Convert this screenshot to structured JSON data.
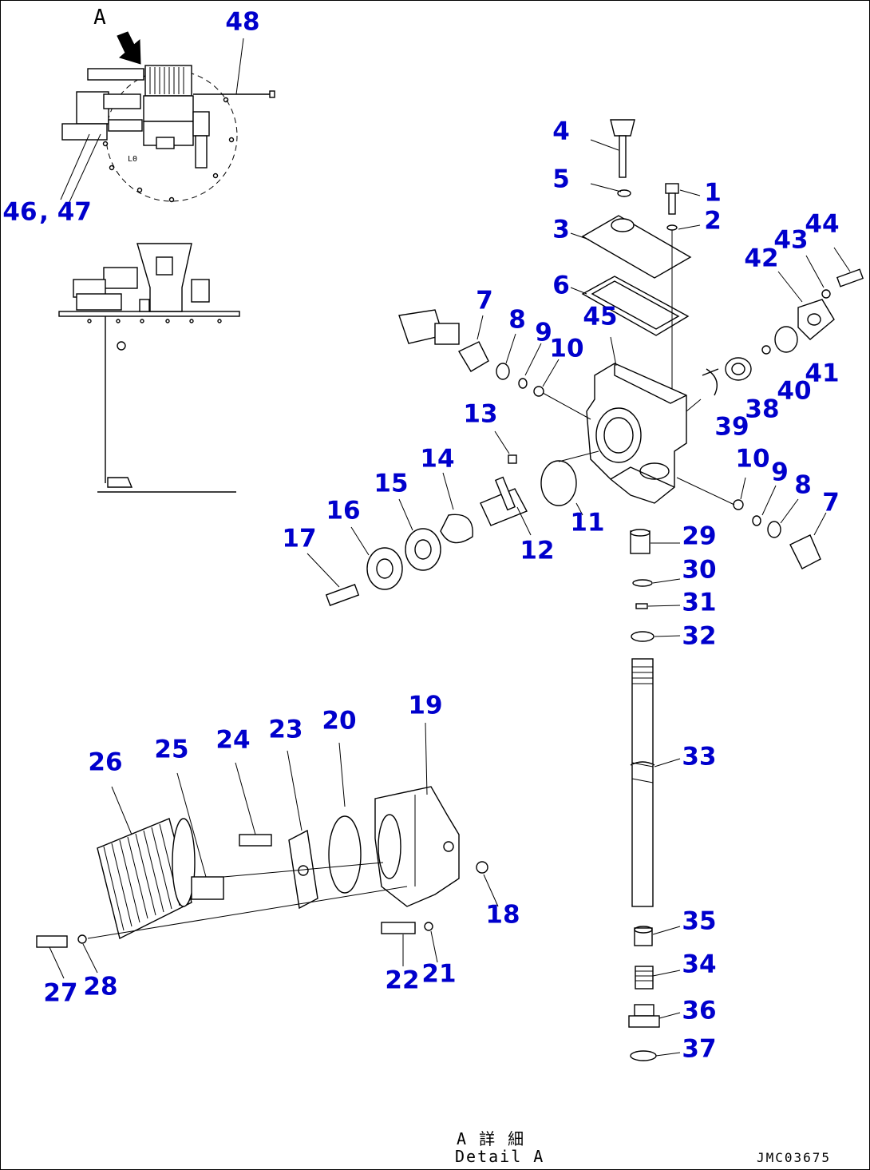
{
  "view_label": "A",
  "caption": {
    "line1": "A 詳 細",
    "line2": "Detail A"
  },
  "drawing_code": "JMC03675",
  "callouts": [
    {
      "id": "c1",
      "text": "1"
    },
    {
      "id": "c2",
      "text": "2"
    },
    {
      "id": "c3",
      "text": "3"
    },
    {
      "id": "c4",
      "text": "4"
    },
    {
      "id": "c5",
      "text": "5"
    },
    {
      "id": "c6",
      "text": "6"
    },
    {
      "id": "c7a",
      "text": "7"
    },
    {
      "id": "c7b",
      "text": "7"
    },
    {
      "id": "c8a",
      "text": "8"
    },
    {
      "id": "c8b",
      "text": "8"
    },
    {
      "id": "c9a",
      "text": "9"
    },
    {
      "id": "c9b",
      "text": "9"
    },
    {
      "id": "c10a",
      "text": "10"
    },
    {
      "id": "c10b",
      "text": "10"
    },
    {
      "id": "c11",
      "text": "11"
    },
    {
      "id": "c12",
      "text": "12"
    },
    {
      "id": "c13",
      "text": "13"
    },
    {
      "id": "c14",
      "text": "14"
    },
    {
      "id": "c15",
      "text": "15"
    },
    {
      "id": "c16",
      "text": "16"
    },
    {
      "id": "c17",
      "text": "17"
    },
    {
      "id": "c18",
      "text": "18"
    },
    {
      "id": "c19",
      "text": "19"
    },
    {
      "id": "c20",
      "text": "20"
    },
    {
      "id": "c21",
      "text": "21"
    },
    {
      "id": "c22",
      "text": "22"
    },
    {
      "id": "c23",
      "text": "23"
    },
    {
      "id": "c24",
      "text": "24"
    },
    {
      "id": "c25",
      "text": "25"
    },
    {
      "id": "c26",
      "text": "26"
    },
    {
      "id": "c27",
      "text": "27"
    },
    {
      "id": "c28",
      "text": "28"
    },
    {
      "id": "c29",
      "text": "29"
    },
    {
      "id": "c30",
      "text": "30"
    },
    {
      "id": "c31",
      "text": "31"
    },
    {
      "id": "c32",
      "text": "32"
    },
    {
      "id": "c33",
      "text": "33"
    },
    {
      "id": "c34",
      "text": "34"
    },
    {
      "id": "c35",
      "text": "35"
    },
    {
      "id": "c36",
      "text": "36"
    },
    {
      "id": "c37",
      "text": "37"
    },
    {
      "id": "c38",
      "text": "38"
    },
    {
      "id": "c39",
      "text": "39"
    },
    {
      "id": "c40",
      "text": "40"
    },
    {
      "id": "c41",
      "text": "41"
    },
    {
      "id": "c42",
      "text": "42"
    },
    {
      "id": "c43",
      "text": "43"
    },
    {
      "id": "c44",
      "text": "44"
    },
    {
      "id": "c45",
      "text": "45"
    },
    {
      "id": "c46",
      "text": "46"
    },
    {
      "id": "c47",
      "text": ", 47"
    },
    {
      "id": "c48",
      "text": "48"
    }
  ],
  "colors": {
    "callout": "#0000cc",
    "linework": "#000000",
    "background": "#ffffff"
  }
}
